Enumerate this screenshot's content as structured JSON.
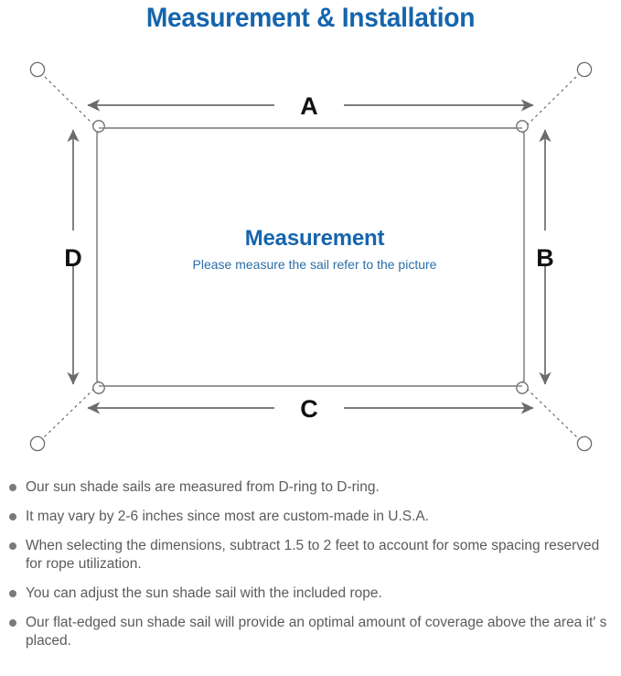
{
  "page": {
    "title": "Measurement & Installation",
    "title_color": "#1565ad",
    "background_color": "#ffffff"
  },
  "diagram": {
    "name": "sun-shade-sail-measurement-diagram",
    "center_title": "Measurement",
    "center_subtitle": "Please measure the sail refer to the picture",
    "center_title_color": "#1565ad",
    "center_subtitle_color": "#2b6ea8",
    "line_color": "#6b6b6b",
    "sail_edge_color": "#8a8a8a",
    "dimension_labels": {
      "top": "A",
      "right": "B",
      "bottom": "C",
      "left": "D"
    },
    "anchor_points": [
      {
        "name": "anchor-top-left",
        "position": "top-left"
      },
      {
        "name": "anchor-top-right",
        "position": "top-right"
      },
      {
        "name": "anchor-bottom-left",
        "position": "bottom-left"
      },
      {
        "name": "anchor-bottom-right",
        "position": "bottom-right"
      }
    ],
    "d_rings": [
      {
        "name": "d-ring-top-left",
        "position": "top-left"
      },
      {
        "name": "d-ring-top-right",
        "position": "top-right"
      },
      {
        "name": "d-ring-bottom-left",
        "position": "bottom-left"
      },
      {
        "name": "d-ring-bottom-right",
        "position": "bottom-right"
      }
    ]
  },
  "notes": [
    {
      "text": "Our sun shade sails are measured from D-ring to D-ring."
    },
    {
      "text": "It may vary by 2-6 inches since most are custom-made in U.S.A."
    },
    {
      "text": "When selecting the dimensions, subtract 1.5 to 2 feet to account for some spacing reserved for rope utilization."
    },
    {
      "text": "You can adjust the sun shade sail with the included rope."
    },
    {
      "text": "Our flat-edged sun shade sail will provide an optimal amount of coverage above the area it′ s placed."
    }
  ]
}
